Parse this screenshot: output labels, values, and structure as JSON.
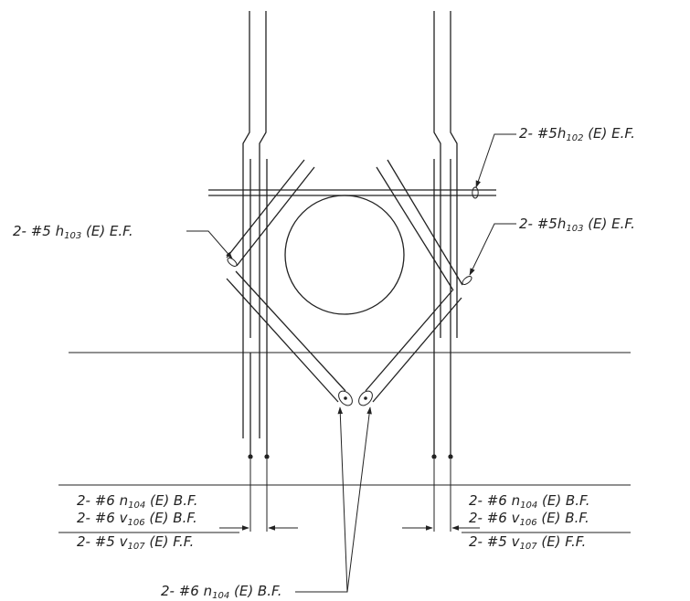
{
  "labels": {
    "top_right": {
      "lead": "2- #5h",
      "sub": "102",
      "tail": " (E) E.F."
    },
    "mid_left": {
      "lead": "2- #5  h",
      "sub": "103",
      "tail": " (E) E.F."
    },
    "mid_right": {
      "lead": "2- #5h",
      "sub": "103",
      "tail": " (E) E.F."
    },
    "bottom_left": [
      {
        "lead": "2- #6  n",
        "sub": "104",
        "tail": " (E) B.F."
      },
      {
        "lead": "2- #6  v",
        "sub": "106",
        "tail": " (E) B.F."
      },
      {
        "lead": "2- #5  v",
        "sub": "107",
        "tail": " (E) F.F."
      }
    ],
    "bottom_right": [
      {
        "lead": "2- #6  n",
        "sub": "104",
        "tail": " (E) B.F."
      },
      {
        "lead": "2- #6  v",
        "sub": "106",
        "tail": " (E) B.F."
      },
      {
        "lead": "2- #5  v",
        "sub": "107",
        "tail": " (E) F.F."
      }
    ],
    "bottom_center": {
      "lead": "2- #6  n",
      "sub": "104",
      "tail": " (E) B.F."
    }
  }
}
